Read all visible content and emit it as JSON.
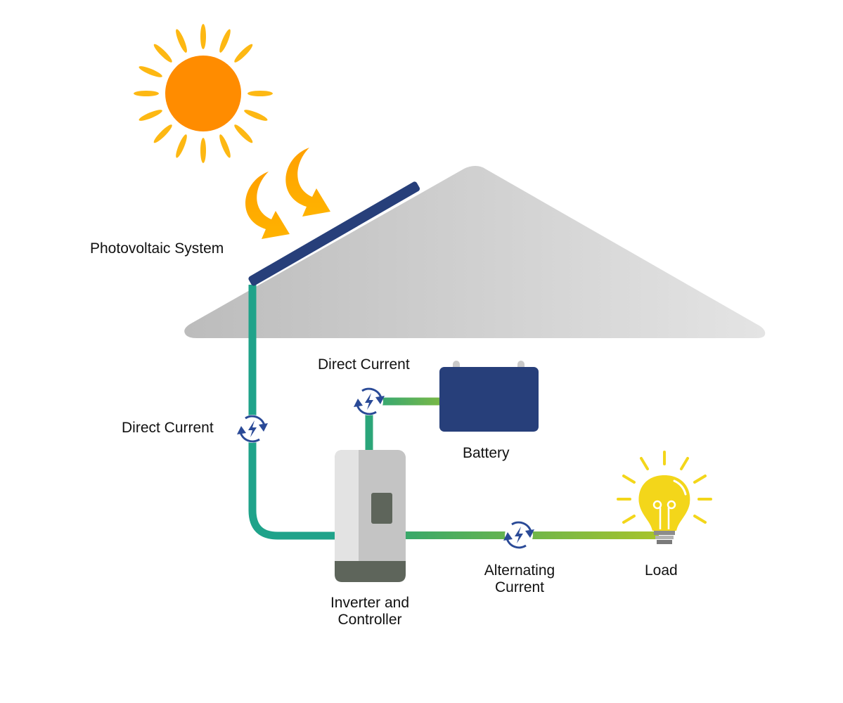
{
  "labels": {
    "photovoltaic": "Photovoltaic System",
    "direct_current_left": "Direct Current",
    "direct_current_top": "Direct Current",
    "battery": "Battery",
    "inverter_line1": "Inverter and",
    "inverter_line2": "Controller",
    "ac_line1": "Alternating",
    "ac_line2": "Current",
    "load": "Load"
  },
  "colors": {
    "sun": "#ff8c00",
    "sun_rays": "#fdb813",
    "sunlight_arrows": "#ffa500",
    "roof": "#c8c8c8",
    "solar_panel": "#273f7a",
    "dc_wire": "#1fa38a",
    "ac_wire": "#9ac230",
    "battery": "#273f7a",
    "inverter": "#c4c4c4",
    "inverter_base": "#5e655b",
    "bulb": "#f3d61a",
    "current_icon": "#2a4a97"
  },
  "icons": [
    "sun-icon",
    "sunlight-arrow-icon",
    "solar-panel-icon",
    "battery-icon",
    "inverter-icon",
    "light-bulb-icon",
    "current-flow-icon"
  ]
}
